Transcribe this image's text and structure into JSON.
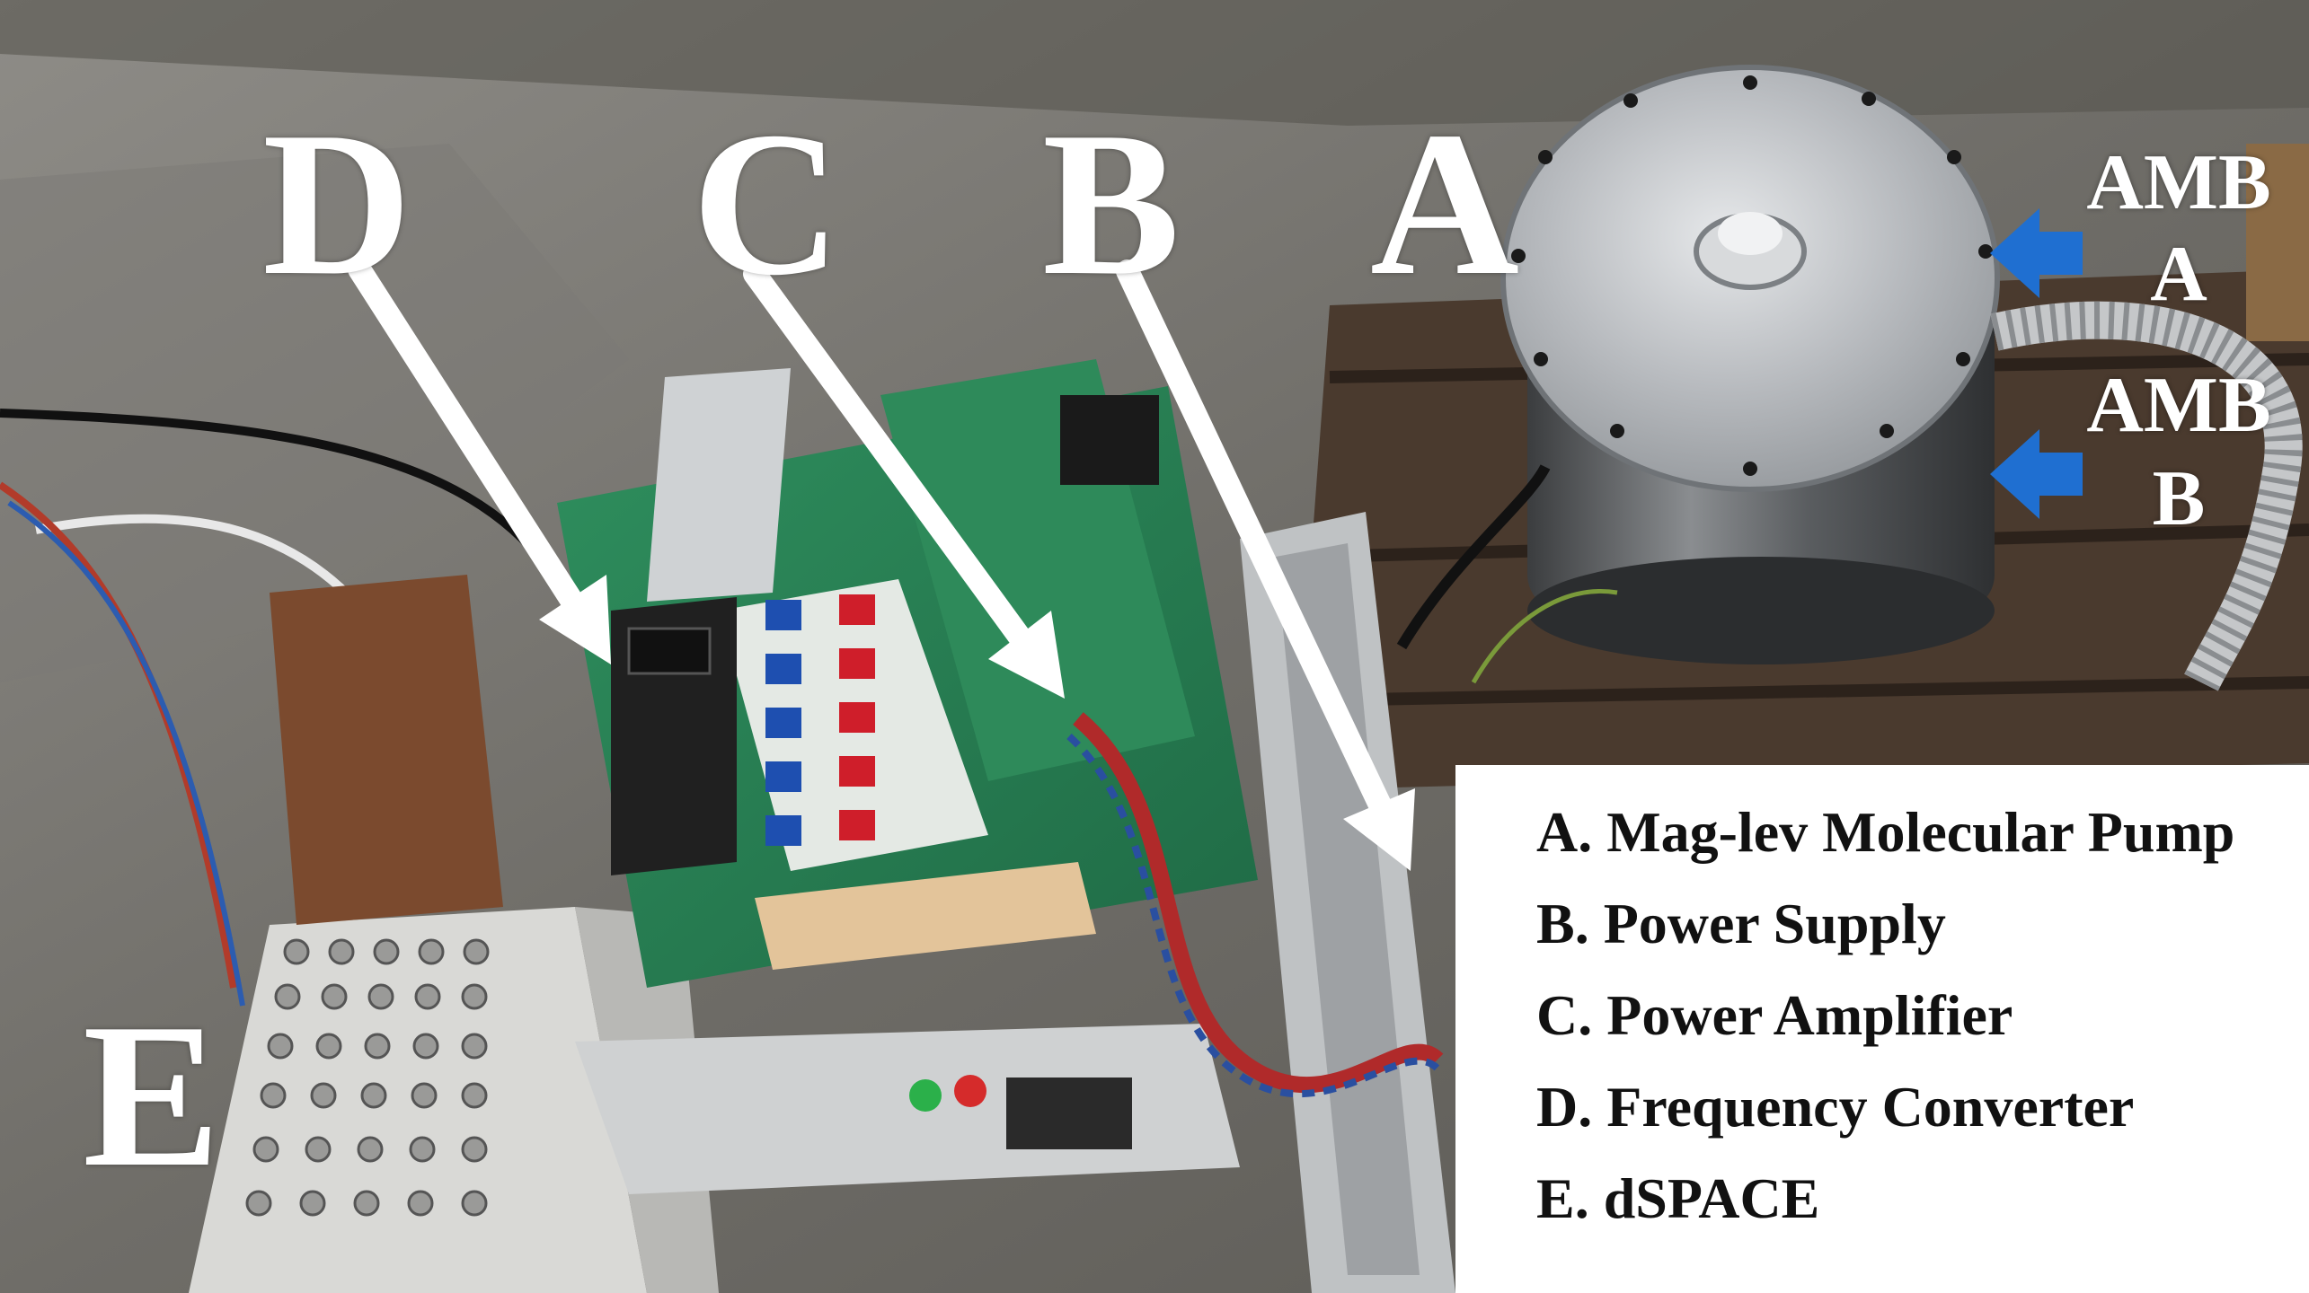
{
  "labels": {
    "D": "D",
    "C": "C",
    "B": "B",
    "A": "A",
    "E": "E"
  },
  "amb": {
    "a_line1": "AMB",
    "a_line2": "A",
    "b_line1": "AMB",
    "b_line2": "B"
  },
  "legend": [
    "A. Mag-lev Molecular Pump",
    "B. Power Supply",
    "C. Power Amplifier",
    "D. Frequency Converter",
    "E. dSPACE"
  ],
  "colors": {
    "arrow_white": "#ffffff",
    "arrow_blue": "#1f6fd1",
    "label_text": "#ffffff",
    "legend_text": "#111111"
  }
}
